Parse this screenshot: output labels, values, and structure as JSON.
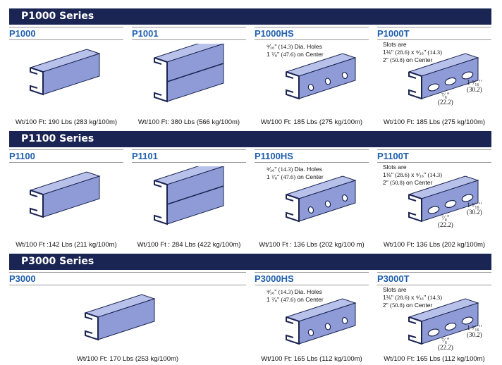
{
  "sections": [
    {
      "title": "P1000 Series",
      "items": [
        {
          "name": "P1000",
          "weight": "Wt/100 Ft: 190 Lbs (283 kg/100m)"
        },
        {
          "name": "P1001",
          "weight": "Wt/100 Ft: 380 Lbs (566 kg/100m)"
        },
        {
          "name": "P1000HS",
          "weight": "Wt/100 Ft: 185 Lbs (275 kg/100m)",
          "note": [
            "⁹⁄₁₆\" ",
            "(14.3)",
            " Dia. Holes",
            "1 ⁷⁄₈\" ",
            "(47.6)",
            " on Center"
          ]
        },
        {
          "name": "P1000T",
          "weight": "Wt/100 Ft: 185 Lbs (275 kg/100m)",
          "note": [
            "Slots are",
            "1⅛\" ",
            "(28.6)",
            " x ⁹⁄₁₆\" ",
            "(14.3)",
            "2\" ",
            "(50.8)",
            " on Center"
          ],
          "dim_a": "1 ³⁄₁₆\"",
          "dim_a_mm": "(30.2)",
          "dim_b": "⁷⁄₈\"",
          "dim_b_mm": "(22.2)"
        }
      ]
    },
    {
      "title": "P1100 Series",
      "items": [
        {
          "name": "P1100",
          "weight": "Wt/100 Ft :142 Lbs (211 kg/100m)"
        },
        {
          "name": "P1101",
          "weight": "Wt/100 Ft : 284 Lbs (422 kg/100m)"
        },
        {
          "name": "P1100HS",
          "weight": "Wt/100 Ft : 136 Lbs (202 kg/100 m)",
          "note": [
            "⁹⁄₁₆\" ",
            "(14.3)",
            " Dia. Holes",
            "1 ⁷⁄₈\" ",
            "(47.6)",
            " on Center"
          ]
        },
        {
          "name": "P1100T",
          "weight": "Wt/100 Ft: 136 Lbs (202 kg/100m)",
          "note": [
            "Slots are",
            "1⅛\" ",
            "(28.6)",
            " x ⁹⁄₁₆\" ",
            "(14.3)",
            "2\" ",
            "(50.8)",
            " on Center"
          ],
          "dim_a": "1 ³⁄₁₆\"",
          "dim_a_mm": "(30.2)",
          "dim_b": "⁷⁄₈\"",
          "dim_b_mm": "(22.2)"
        }
      ]
    },
    {
      "title": "P3000 Series",
      "items": [
        {
          "name": "P3000",
          "weight": "Wt/100 Ft: 170 Lbs (253 kg/100m)"
        },
        {
          "name": "P3000HS",
          "weight": "Wt/100 Ft: 165 Lbs (112 kg/100m)",
          "note": [
            "⁹⁄₁₆\" ",
            "(14.3)",
            " Dia. Holes",
            "1 ⁷⁄₈\" ",
            "(47.6)",
            " on Center"
          ]
        },
        {
          "name": "P3000T",
          "weight": "Wt/100 Ft: 165 Lbs (112 kg/100m)",
          "note": [
            "Slots are",
            "1⅛\" ",
            "(28.6)",
            " x ⁹⁄₁₆\" ",
            "(14.3)",
            "2\" ",
            "(50.8)",
            " on Center"
          ],
          "dim_a": "1 ³⁄₁₆\"",
          "dim_a_mm": "(30.2)",
          "dim_b": "⁷⁄₈\"",
          "dim_b_mm": "(22.2)"
        }
      ]
    }
  ],
  "colors": {
    "band": "#1b2553",
    "title": "#1f5fae",
    "steel": "#8e9bd6"
  }
}
